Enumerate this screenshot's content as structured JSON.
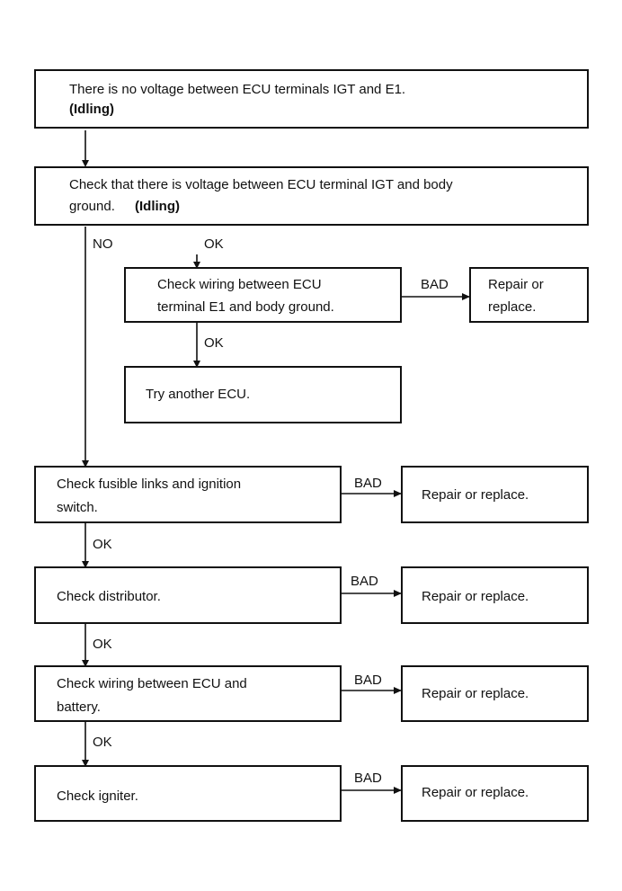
{
  "flow": {
    "start": {
      "line1": "There is no voltage between ECU terminals IGT and E1.",
      "line2": "(Idling)"
    },
    "check_voltage": {
      "line1": "Check that there is voltage between ECU terminal IGT and body",
      "line2a": "ground.",
      "line2b": "(Idling)"
    },
    "check_e1": {
      "line1": "Check wiring between ECU",
      "line2": "terminal E1 and body ground."
    },
    "repair_e1": {
      "line1": "Repair or",
      "line2": "replace."
    },
    "try_ecu": {
      "text": "Try another ECU."
    },
    "check_fusible": {
      "line1": "Check fusible links and ignition",
      "line2": "switch."
    },
    "check_distributor": {
      "text": "Check distributor."
    },
    "check_battery": {
      "line1": "Check wiring between ECU and",
      "line2": "battery."
    },
    "check_igniter": {
      "text": "Check igniter."
    },
    "repair": {
      "text": "Repair or replace."
    }
  },
  "labels": {
    "ok": "OK",
    "no": "NO",
    "bad": "BAD"
  }
}
